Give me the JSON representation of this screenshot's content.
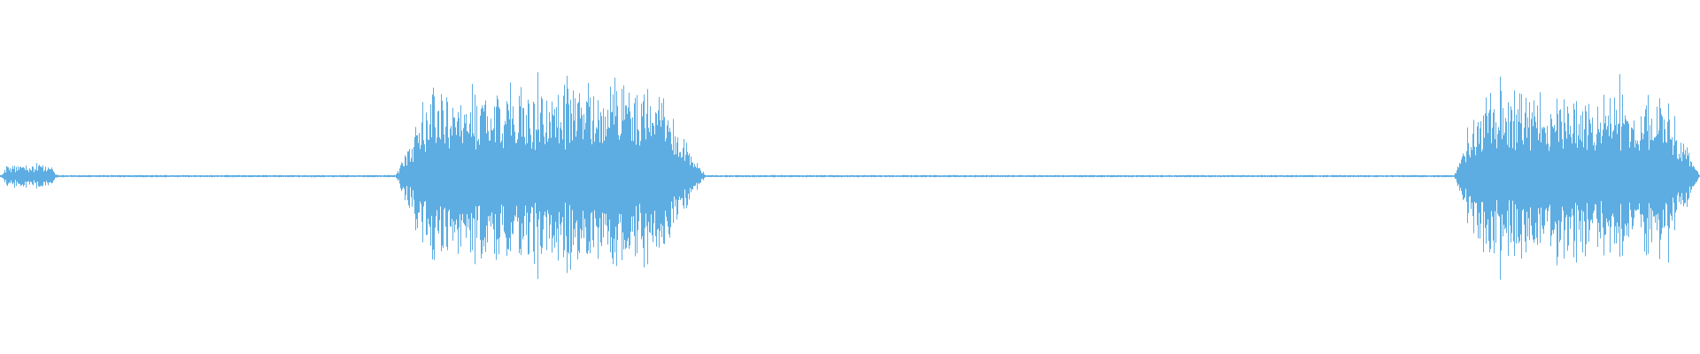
{
  "waveform": {
    "color": "#5dade2",
    "background": "#ffffff",
    "segments": [
      {
        "name": "blip",
        "start": 0.0,
        "end": 0.034,
        "peak": 0.06
      },
      {
        "name": "burst-1",
        "start": 0.232,
        "end": 0.415,
        "peak": 0.46
      },
      {
        "name": "burst-2",
        "start": 0.855,
        "end": 1.0,
        "peak": 0.43
      }
    ]
  }
}
